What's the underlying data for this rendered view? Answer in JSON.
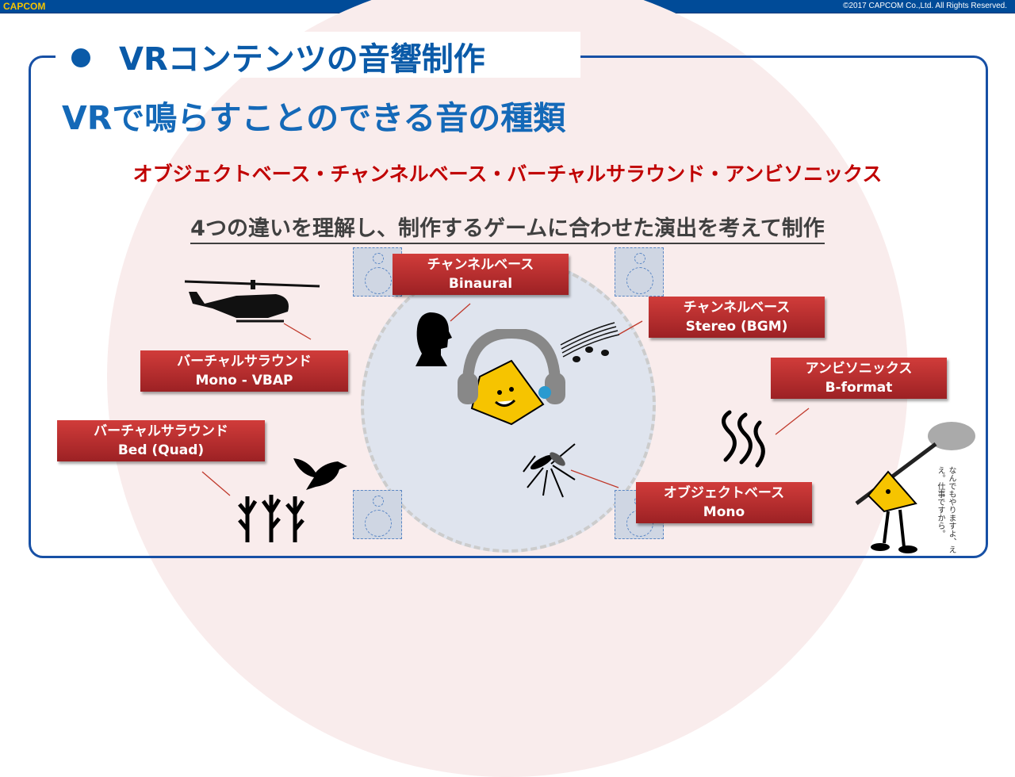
{
  "header": {
    "brand": "CAPCOM",
    "copyright": "©2017 CAPCOM Co.,Ltd. All Rights Reserved."
  },
  "title": "VRコンテンツの音響制作",
  "subtitle": "VRで鳴らすことのできる音の種類",
  "types": "オブジェクトベース・チャンネルベース・バーチャルサラウンド・アンビソニックス",
  "description": "4つの違いを理解し、制作するゲームに合わせた演出を考えて制作",
  "labels": [
    {
      "line1": "チャンネルベース",
      "line2": "Binaural"
    },
    {
      "line1": "チャンネルベース",
      "line2": "Stereo (BGM)"
    },
    {
      "line1": "バーチャルサラウンド",
      "line2": "Mono - VBAP"
    },
    {
      "line1": "アンビソニックス",
      "line2": "B-format"
    },
    {
      "line1": "バーチャルサラウンド",
      "line2": "Bed (Quad)"
    },
    {
      "line1": "オブジェクトベース",
      "line2": "Mono"
    }
  ],
  "mascot_note": "なんでもやりますよ、ええ。仕事ですから。",
  "colors": {
    "bar": "#004b98",
    "accent": "#0a5aa8",
    "red": "#c00000"
  }
}
